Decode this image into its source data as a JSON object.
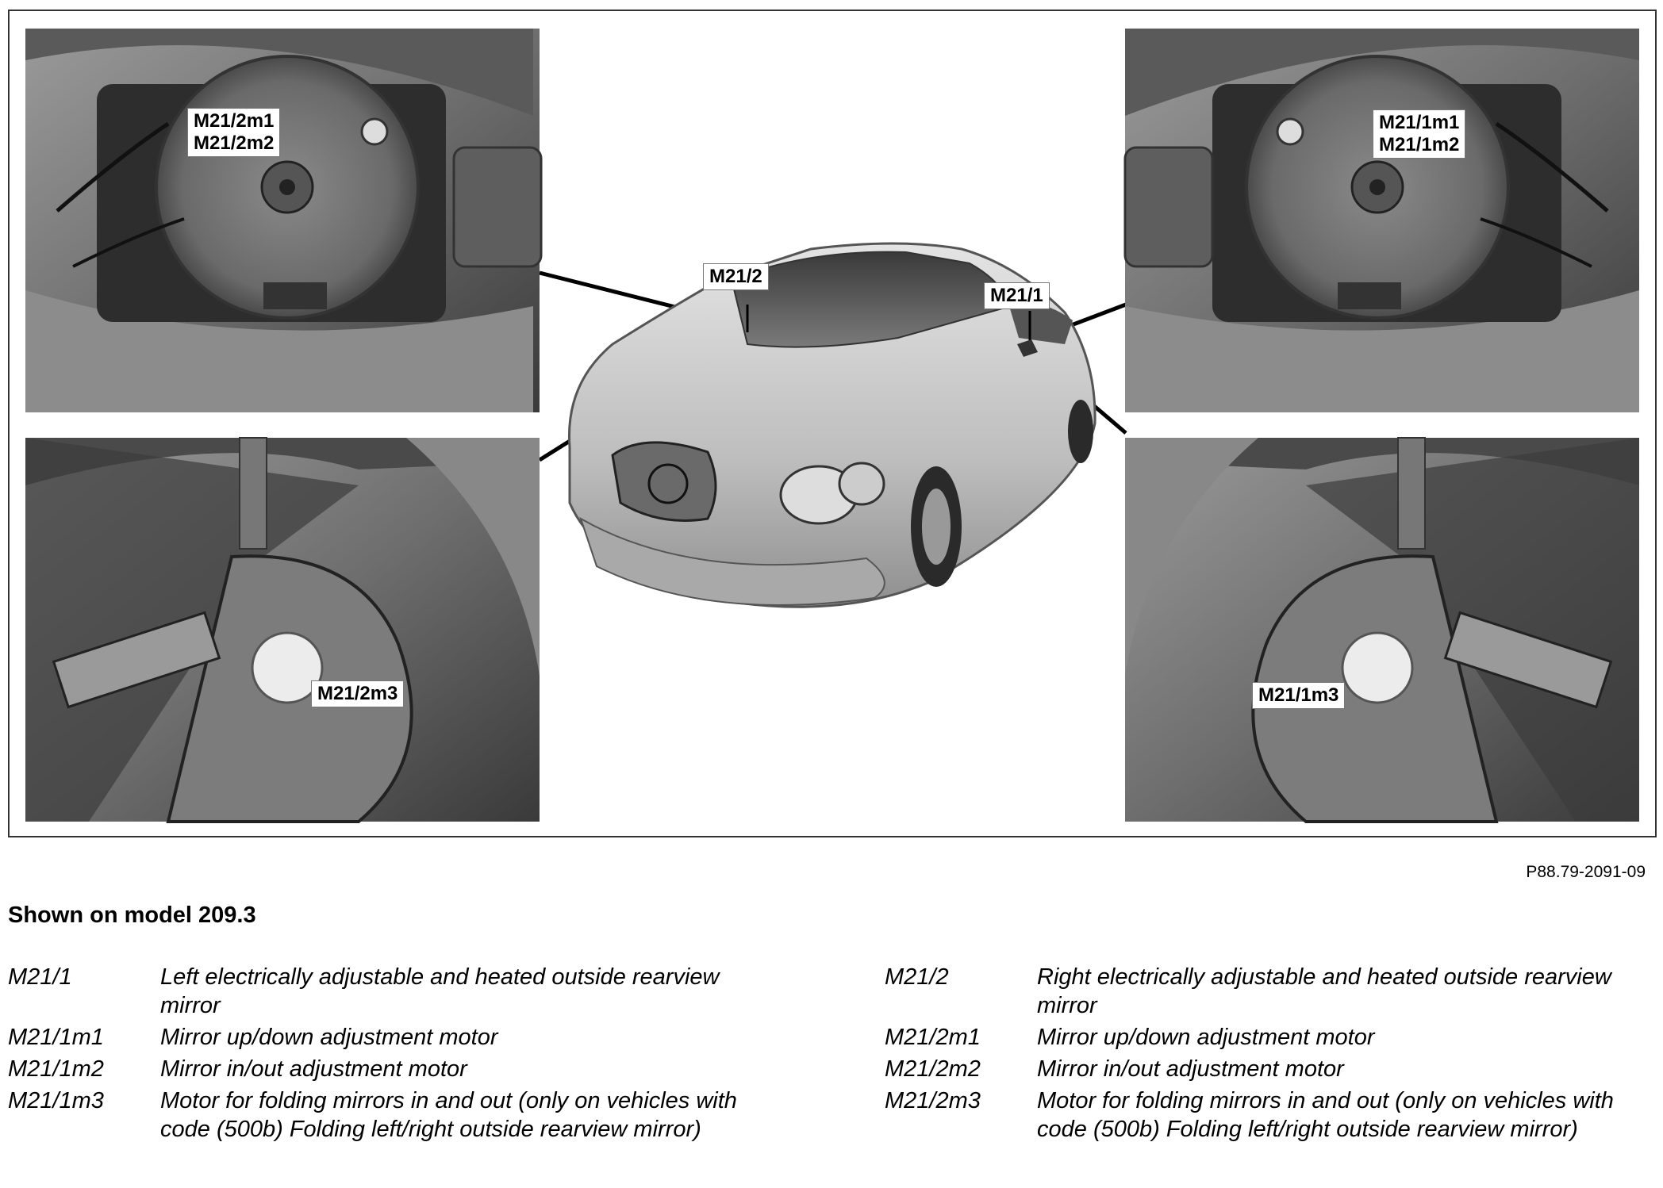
{
  "labels": {
    "car_left": "M21/2",
    "car_right": "M21/1",
    "top_left": [
      "M21/2m1",
      "M21/2m2"
    ],
    "top_right": [
      "M21/1m1",
      "M21/1m2"
    ],
    "bottom_left": "M21/2m3",
    "bottom_right": "M21/1m3"
  },
  "figure_id": "P88.79-2091-09",
  "caption": "Shown on model 209.3",
  "legend_left": [
    {
      "code": "M21/1",
      "desc": "Left electrically adjustable and heated outside rearview mirror"
    },
    {
      "code": "M21/1m1",
      "desc": "Mirror up/down adjustment motor"
    },
    {
      "code": "M21/1m2",
      "desc": "Mirror in/out adjustment motor"
    },
    {
      "code": "M21/1m3",
      "desc": "Motor for folding mirrors in and out (only on vehicles with code (500b) Folding left/right outside rearview mirror)"
    }
  ],
  "legend_right": [
    {
      "code": "M21/2",
      "desc": "Right electrically adjustable and heated outside rearview mirror"
    },
    {
      "code": "M21/2m1",
      "desc": "Mirror up/down adjustment motor"
    },
    {
      "code": "M21/2m2",
      "desc": "Mirror in/out adjustment motor"
    },
    {
      "code": "M21/2m3",
      "desc": "Motor for folding mirrors in and out (only on vehicles with code (500b) Folding left/right outside rearview mirror)"
    }
  ]
}
